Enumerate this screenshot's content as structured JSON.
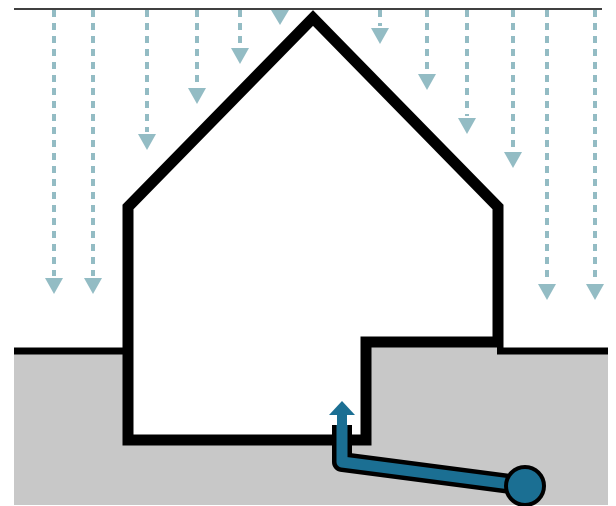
{
  "diagram": {
    "colors": {
      "background": "#ffffff",
      "ground": "#c8c8c8",
      "outline": "#000000",
      "rain": "#93bcc4",
      "pipe": "#1b6f93"
    },
    "elements": {
      "rain": "rain-arrows",
      "house": "house-outline",
      "ground": "ground-soil",
      "pipe": "radon-intake-pipe",
      "flow": "upward-flow-arrow"
    }
  }
}
